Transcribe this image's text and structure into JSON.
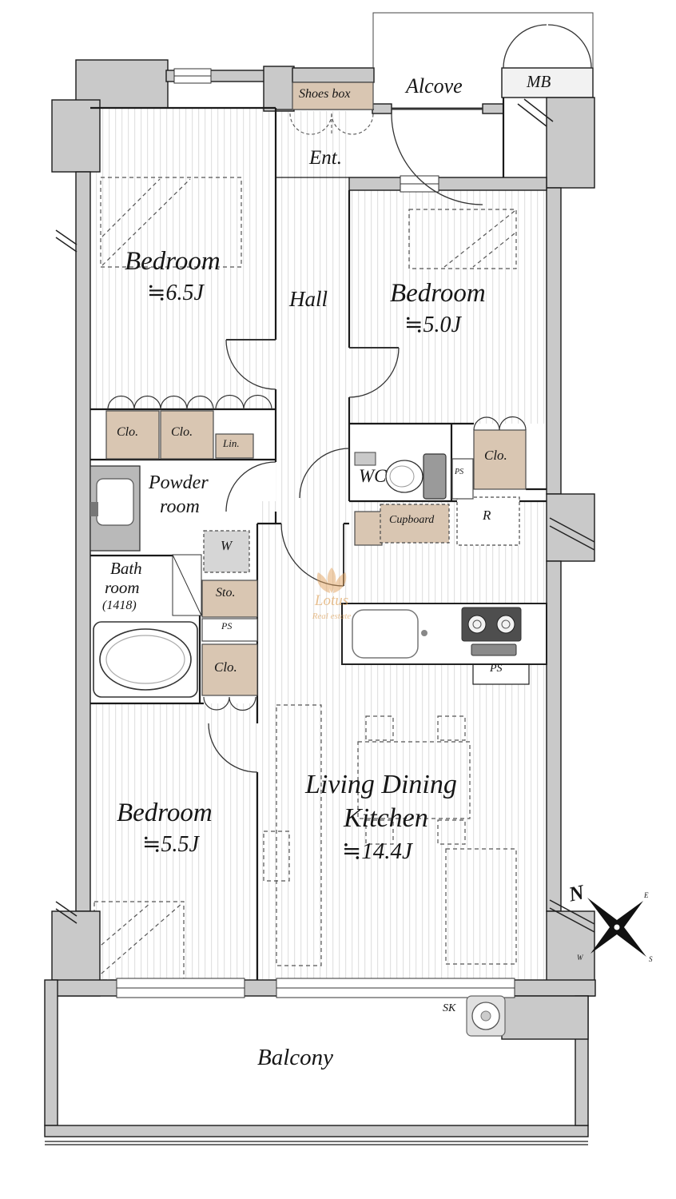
{
  "labels": {
    "alcove": "Alcove",
    "mb": "MB",
    "shoes_box": "Shoes box",
    "ent": "Ent.",
    "bedroom1_name": "Bedroom",
    "bedroom1_size": "≒6.5J",
    "bedroom2_name": "Bedroom",
    "bedroom2_size": "≒5.0J",
    "bedroom3_name": "Bedroom",
    "bedroom3_size": "≒5.5J",
    "ldk_line1": "Living Dining",
    "ldk_line2": "Kitchen",
    "ldk_size": "≒14.4J",
    "hall": "Hall",
    "powder_line1": "Powder",
    "powder_line2": "room",
    "bath_line1": "Bath",
    "bath_line2": "room",
    "bath_size": "(1418)",
    "wc": "WC",
    "clo_a": "Clo.",
    "clo_b": "Clo.",
    "clo_right": "Clo.",
    "clo_bath": "Clo.",
    "lin": "Lin.",
    "sto": "Sto.",
    "w": "W",
    "r": "R",
    "cupboard": "Cupboard",
    "ps_powder": "PS",
    "ps_wc": "PS",
    "ps_kitchen": "PS",
    "balcony": "Balcony",
    "sk": "SK",
    "compass_n": "N",
    "compass_e": "E",
    "compass_s": "S",
    "compass_w": "W",
    "watermark_line1": "Lotus",
    "watermark_line2": "Real estate"
  },
  "colors": {
    "wall": "#c9c9c9",
    "closet": "#d9c6b2",
    "stripe": "#e2e2e2",
    "watermark": "#dd9f55",
    "line": "#1a1a1a"
  }
}
